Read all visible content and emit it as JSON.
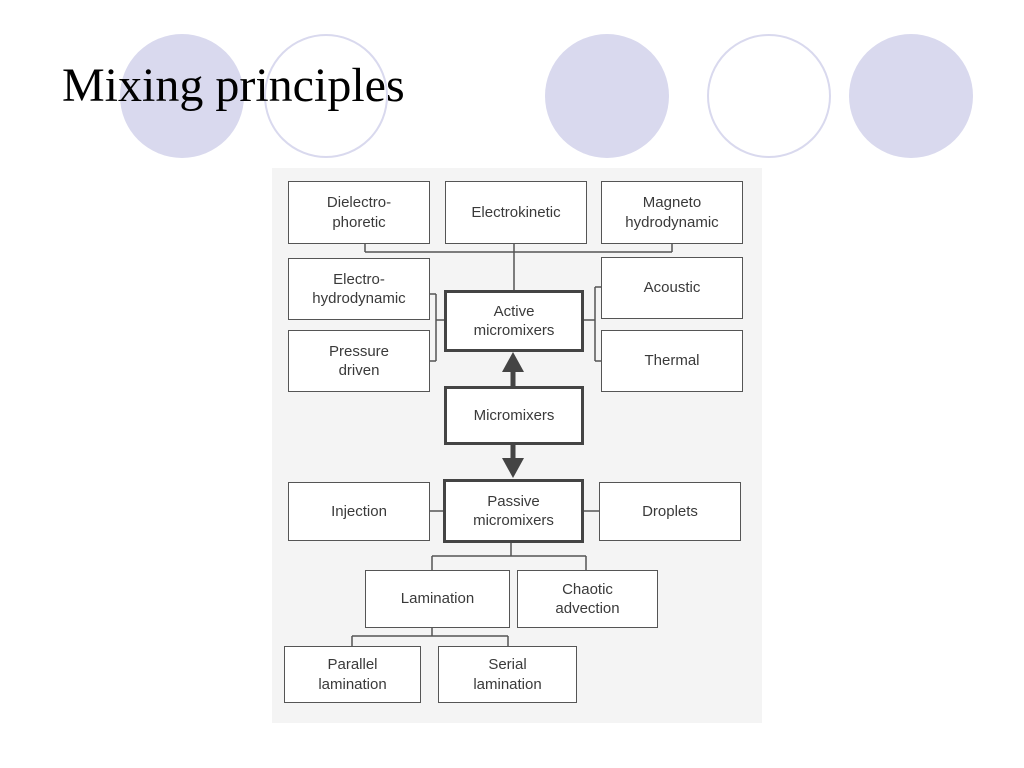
{
  "slide": {
    "title": "Mixing principles",
    "decor_color": "#d9d9ee"
  },
  "diagram": {
    "nodes": {
      "micromixers": "Micromixers",
      "active": "Active\nmicromixers",
      "passive": "Passive\nmicromixers",
      "dielectrophoretic": "Dielectro-\nphoretic",
      "electrokinetic": "Electrokinetic",
      "magnetohydrodynamic": "Magneto\nhydrodynamic",
      "electrohydrodynamic": "Electro-\nhydrodynamic",
      "pressure_driven": "Pressure\ndriven",
      "acoustic": "Acoustic",
      "thermal": "Thermal",
      "injection": "Injection",
      "droplets": "Droplets",
      "lamination": "Lamination",
      "chaotic_advection": "Chaotic\nadvection",
      "parallel_lamination": "Parallel\nlamination",
      "serial_lamination": "Serial\nlamination"
    }
  }
}
